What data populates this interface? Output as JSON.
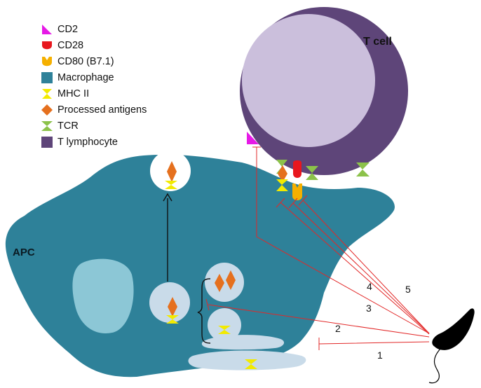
{
  "legend": [
    {
      "label": "CD2",
      "icon": "cd2-triangle-icon",
      "color": "#e619e6"
    },
    {
      "label": "CD28",
      "icon": "cd28-receptor-icon",
      "color": "#e8171e"
    },
    {
      "label": "CD80 (B7.1)",
      "icon": "cd80-ligand-icon",
      "color": "#f5b000"
    },
    {
      "label": "Macrophage",
      "icon": "macrophage-square-icon",
      "color": "#2e8199"
    },
    {
      "label": "MHC II",
      "icon": "mhc-ii-hourglass-icon",
      "color": "#f2ea00"
    },
    {
      "label": "Processed antigens",
      "icon": "antigen-diamond-icon",
      "color": "#e5701e"
    },
    {
      "label": "TCR",
      "icon": "tcr-hourglass-icon",
      "color": "#8cc24a"
    },
    {
      "label": "T lymphocyte",
      "icon": "t-lymphocyte-square-icon",
      "color": "#5e4579"
    }
  ],
  "labels": {
    "t_cell": "T cell",
    "apc": "APC"
  },
  "inhibition_numbers": [
    "1",
    "2",
    "3",
    "4",
    "5"
  ],
  "colors": {
    "macrophage": "#2e8199",
    "t_cell": "#5e4579",
    "t_cell_nucleus": "#cbbfdc",
    "vesicle": "#c9dbe9",
    "apc_nucleus": "#8cc7d6",
    "inhibitor_line": "#e22828",
    "tick": "#000000"
  }
}
